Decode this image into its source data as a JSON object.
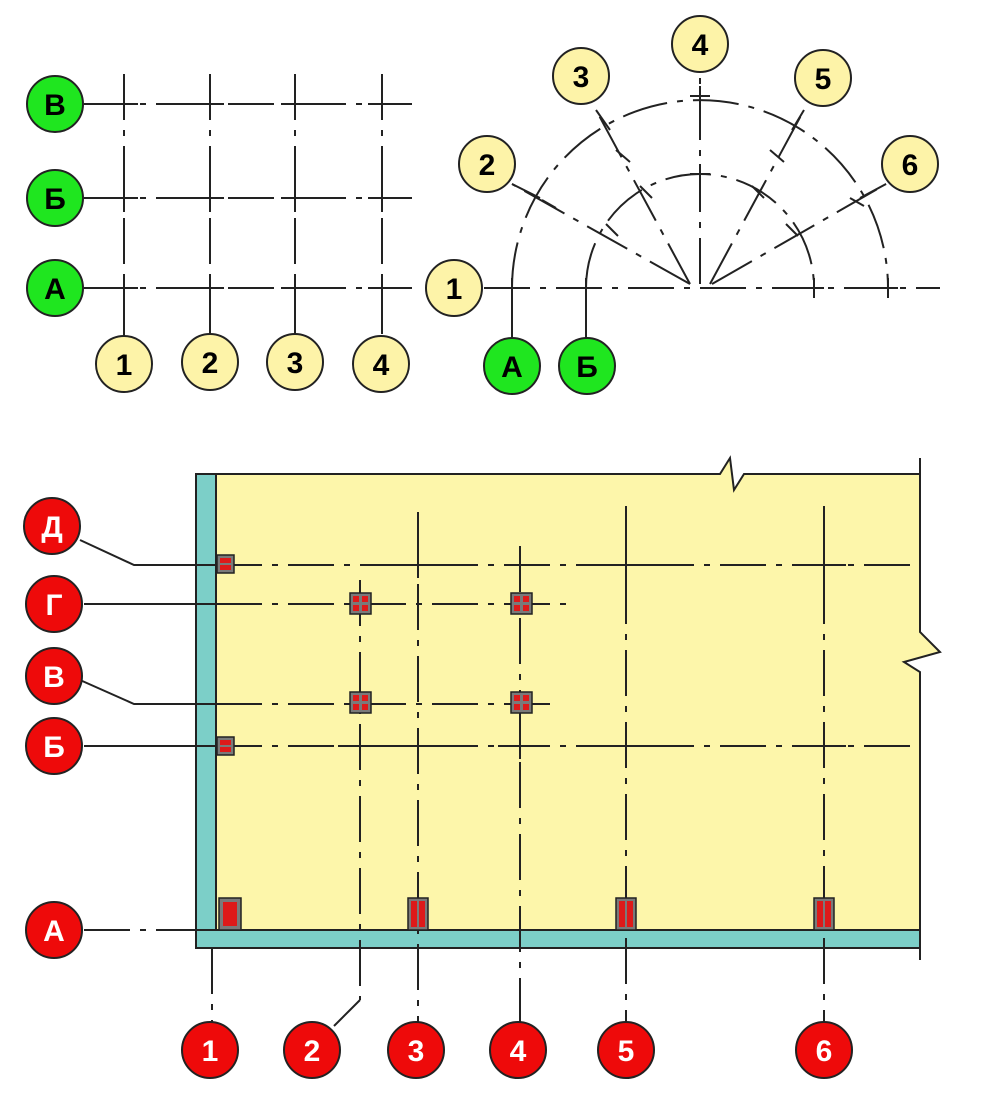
{
  "colors": {
    "bubble_yellow": "#fdf3a8",
    "bubble_green": "#1fe61f",
    "bubble_red": "#ee0a0a",
    "plan_fill": "#fdf6aa",
    "wall": "#7ccfc8",
    "column_red": "#dd1a1a",
    "line": "#222222"
  },
  "diagram_rect": {
    "rows": [
      "В",
      "Б",
      "А"
    ],
    "cols": [
      "1",
      "2",
      "3",
      "4"
    ]
  },
  "diagram_radial": {
    "radial_labels": [
      "1",
      "2",
      "3",
      "4",
      "5",
      "6"
    ],
    "arc_labels": [
      "А",
      "Б"
    ]
  },
  "diagram_plan": {
    "rows": [
      "Д",
      "Г",
      "В",
      "Б",
      "А"
    ],
    "cols": [
      "1",
      "2",
      "3",
      "4",
      "5",
      "6"
    ]
  }
}
